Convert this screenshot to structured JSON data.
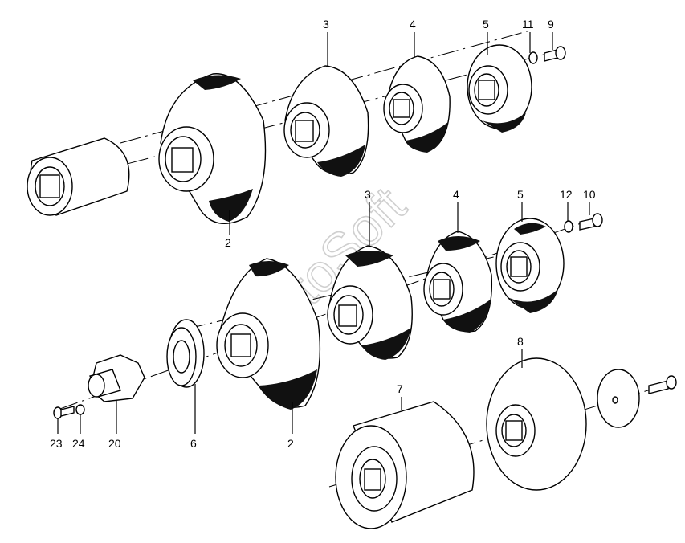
{
  "watermark": "AutoSoft",
  "callouts": {
    "top_3": "3",
    "top_4": "4",
    "top_5": "5",
    "top_11": "11",
    "top_9": "9",
    "top_2": "2",
    "mid_3": "3",
    "mid_4": "4",
    "mid_5": "5",
    "mid_12": "12",
    "mid_10": "10",
    "bot_8": "8",
    "bot_7": "7",
    "bot_2": "2",
    "bot_6": "6",
    "bot_20": "20",
    "bot_23": "23",
    "bot_24": "24"
  }
}
